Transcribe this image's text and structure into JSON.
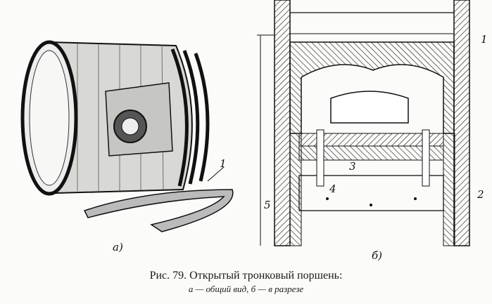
{
  "figure": {
    "caption_title": "Рис. 79. Открытый тронковый поршень:",
    "caption_subtitle": "а — общий вид, б — в разрезе",
    "left_view_label": "а)",
    "right_view_label": "б)",
    "left_callouts": [
      "1"
    ],
    "right_callouts": [
      "1",
      "2",
      "3",
      "4",
      "5"
    ]
  }
}
